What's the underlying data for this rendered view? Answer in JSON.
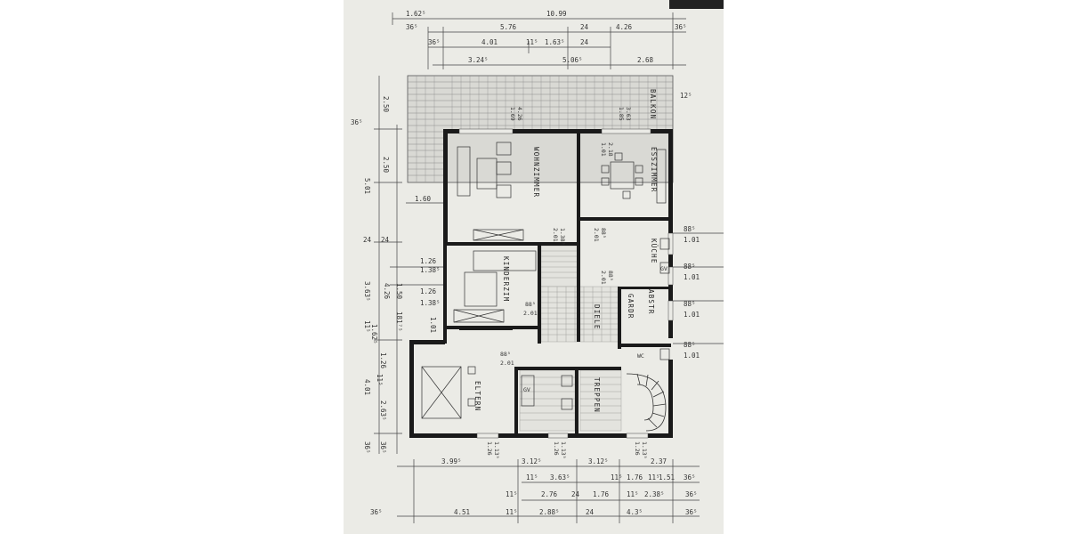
{
  "plan": {
    "rooms": {
      "wohnzimmer": "WOHNZIMMER",
      "esszimmer": "ESSZIMMER",
      "kueche": "KÜCHE",
      "kinderzim": "KINDERZIM",
      "diele": "DIELE",
      "garderobe": "GARDR",
      "abstr": "ABSTR",
      "eltern": "ELTERN",
      "treppen": "TREPPEN",
      "balkon": "BALKON",
      "wc": "WC",
      "gv": "GV"
    },
    "dims_top": {
      "row1": [
        "1.62⁵",
        "10.99"
      ],
      "row2": [
        "36⁵",
        "5.76",
        "24",
        "4.26",
        "36⁵"
      ],
      "row3": [
        "36⁵",
        "4.01",
        "11⁵",
        "1.63⁵",
        "24"
      ],
      "row4": [
        "3.24⁵",
        "5.06⁵",
        "2.68"
      ]
    },
    "dims_left": [
      "2.50",
      "36⁵",
      "2.50",
      "5.01",
      "1.60",
      "24",
      "24",
      "1.26",
      "1.38⁵",
      "3.63⁵",
      "4.26",
      "1.50",
      "1.26",
      "1.38⁵",
      "181⁷⁵",
      "1.01",
      "11⁵",
      "1.62⁵",
      "1.26",
      "11⁵",
      "4.01",
      "2.63⁵",
      "36⁵",
      "36⁵"
    ],
    "dims_right": [
      "12⁵",
      "88⁵",
      "1.01",
      "88⁵",
      "1.01",
      "88⁵",
      "1.01",
      "88⁵",
      "1.01"
    ],
    "dims_bottom": {
      "row1": [
        "3.99⁵",
        "3.12⁵",
        "3.12⁵",
        "2.37"
      ],
      "row2": [
        "11⁵",
        "3.63⁵",
        "11⁵",
        "1.76",
        "11⁵",
        "1.51",
        "36⁵"
      ],
      "row3": [
        "11⁵",
        "2.76",
        "24",
        "1.76",
        "11⁵",
        "2.38⁵",
        "36⁵"
      ],
      "row4": [
        "36⁵",
        "4.51",
        "11⁵",
        "2.88⁵",
        "24",
        "4.3⁵",
        "36⁵"
      ]
    },
    "openings": [
      "4.26",
      "1.69",
      "1.01",
      "2.18",
      "3.63",
      "1.85",
      "1.38⁵",
      "2.01",
      "88⁵",
      "2.01",
      "88⁵",
      "2.01",
      "88⁵",
      "2.01",
      "88⁵",
      "2.01",
      "1.13⁵",
      "1.26",
      "1.13⁵",
      "1.26",
      "1.13⁵",
      "1.26"
    ]
  },
  "colors": {
    "paper": "#ebebe6",
    "wall": "#1a1a1a",
    "line": "#333333"
  }
}
